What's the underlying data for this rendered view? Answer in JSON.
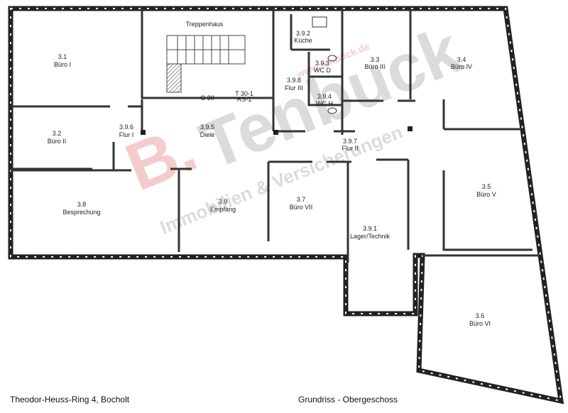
{
  "rooms": [
    {
      "id": "3.1",
      "name": "Büro I"
    },
    {
      "id": "3.2",
      "name": "Büro II"
    },
    {
      "id": "3.8",
      "name": "Besprechung"
    },
    {
      "id": "3.9.6",
      "name": "Flur I"
    },
    {
      "id": "3.9.5",
      "name": "Diele"
    },
    {
      "id": "3.9",
      "name": "Empfang"
    },
    {
      "id": "",
      "name": "Treppenhaus"
    },
    {
      "id": "3.9.2",
      "name": "Küche"
    },
    {
      "id": "3.9.3",
      "name": "WC D"
    },
    {
      "id": "3.9.4",
      "name": "WC H"
    },
    {
      "id": "3.9.8",
      "name": "Flur III"
    },
    {
      "id": "3.3",
      "name": "Büro III"
    },
    {
      "id": "3.4",
      "name": "Büro IV"
    },
    {
      "id": "3.9.7",
      "name": "Flur II"
    },
    {
      "id": "3.7",
      "name": "Büro VII"
    },
    {
      "id": "3.9.1",
      "name": "Lager/Technik"
    },
    {
      "id": "3.5",
      "name": "Büro V"
    },
    {
      "id": "3.6",
      "name": "Büro VI"
    }
  ],
  "annotations": {
    "g30": "G 30",
    "t30": "T 30-1",
    "rs": "RS-1"
  },
  "footer": {
    "address": "Theodor-Heuss-Ring 4, Bocholt",
    "title": "Grundriss - Obergeschoss"
  },
  "watermark": {
    "logo": "B.Tenbuck",
    "line1": "Immobilien & Versicherungen",
    "url": "www.tenbuck.de",
    "color": "#e8a0a0"
  }
}
